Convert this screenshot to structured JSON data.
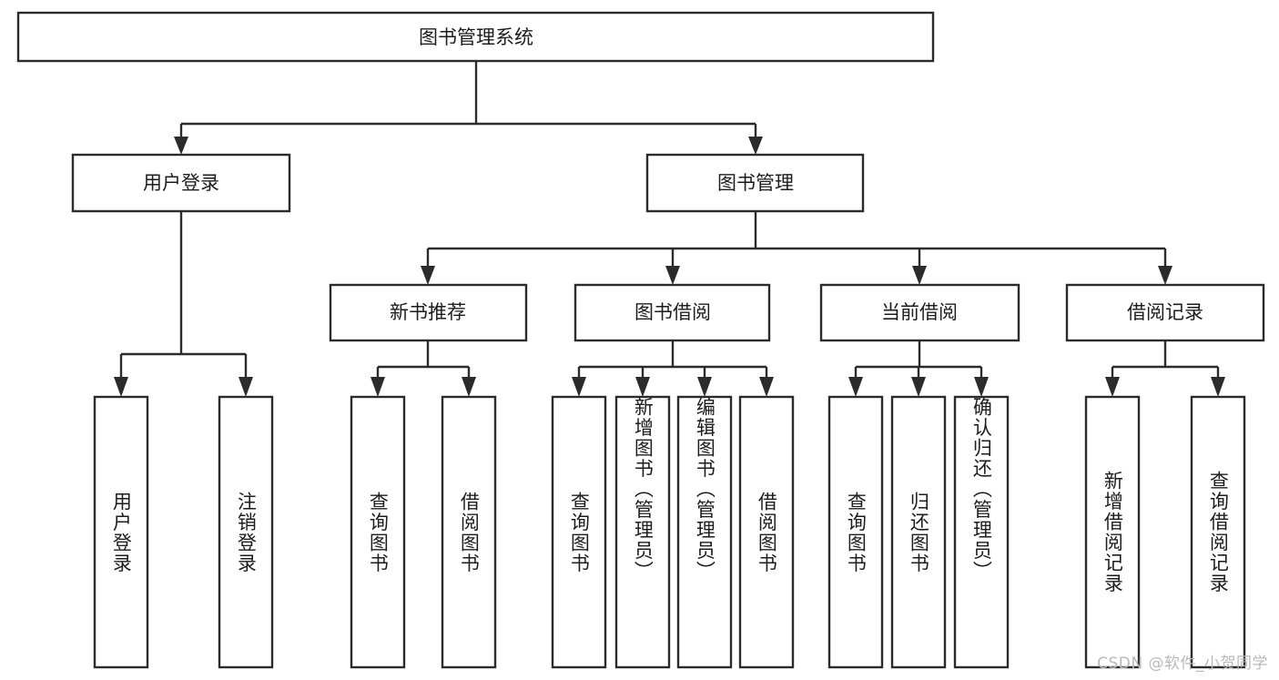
{
  "diagram": {
    "type": "tree-hierarchy-chart",
    "title": "图书管理系统",
    "background_color": "#ffffff",
    "line_color": "#2b2b2b",
    "text_color": "#1c1c1c",
    "root": {
      "label": "图书管理系统"
    },
    "level2": [
      {
        "label": "用户登录"
      },
      {
        "label": "图书管理"
      }
    ],
    "level3": [
      {
        "label": "新书推荐"
      },
      {
        "label": "图书借阅"
      },
      {
        "label": "当前借阅"
      },
      {
        "label": "借阅记录"
      }
    ],
    "leaves": {
      "user_login": [
        {
          "label": "用户登录"
        },
        {
          "label": "注销登录"
        }
      ],
      "new_book_recommend": [
        {
          "label": "查询图书"
        },
        {
          "label": "借阅图书"
        }
      ],
      "book_borrow": [
        {
          "label": "查询图书"
        },
        {
          "label": "新增图书（管理员）"
        },
        {
          "label": "编辑图书（管理员）"
        },
        {
          "label": "借阅图书"
        }
      ],
      "current_borrow": [
        {
          "label": "查询图书"
        },
        {
          "label": "归还图书"
        },
        {
          "label": "确认归还（管理员）"
        }
      ],
      "borrow_record": [
        {
          "label": "新增借阅记录"
        },
        {
          "label": "查询借阅记录"
        }
      ]
    }
  },
  "watermark": {
    "text": "CSDN @软件_小贺同学"
  }
}
